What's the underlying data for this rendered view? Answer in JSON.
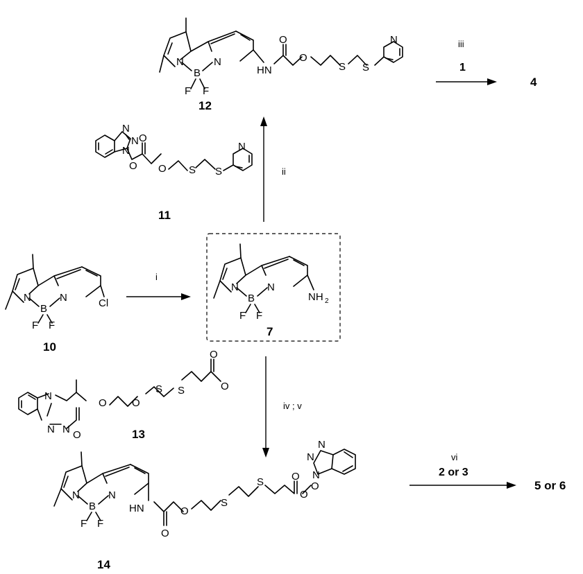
{
  "compounds": {
    "c12": "12",
    "c11": "11",
    "c10": "10",
    "c7": "7",
    "c13": "13",
    "c14": "14",
    "p4": "4",
    "p56": "5 or 6"
  },
  "conditions": {
    "i": "i",
    "ii": "ii",
    "iii": "iii",
    "iii_reagent": "1",
    "ivv": "iv ; v",
    "vi": "vi",
    "vi_reagent": "2 or 3"
  },
  "atoms": {
    "N": "N",
    "B": "B",
    "F": "F",
    "O": "O",
    "S": "S",
    "Cl": "Cl",
    "HN": "HN",
    "NH": "NH",
    "sub2": "2"
  }
}
